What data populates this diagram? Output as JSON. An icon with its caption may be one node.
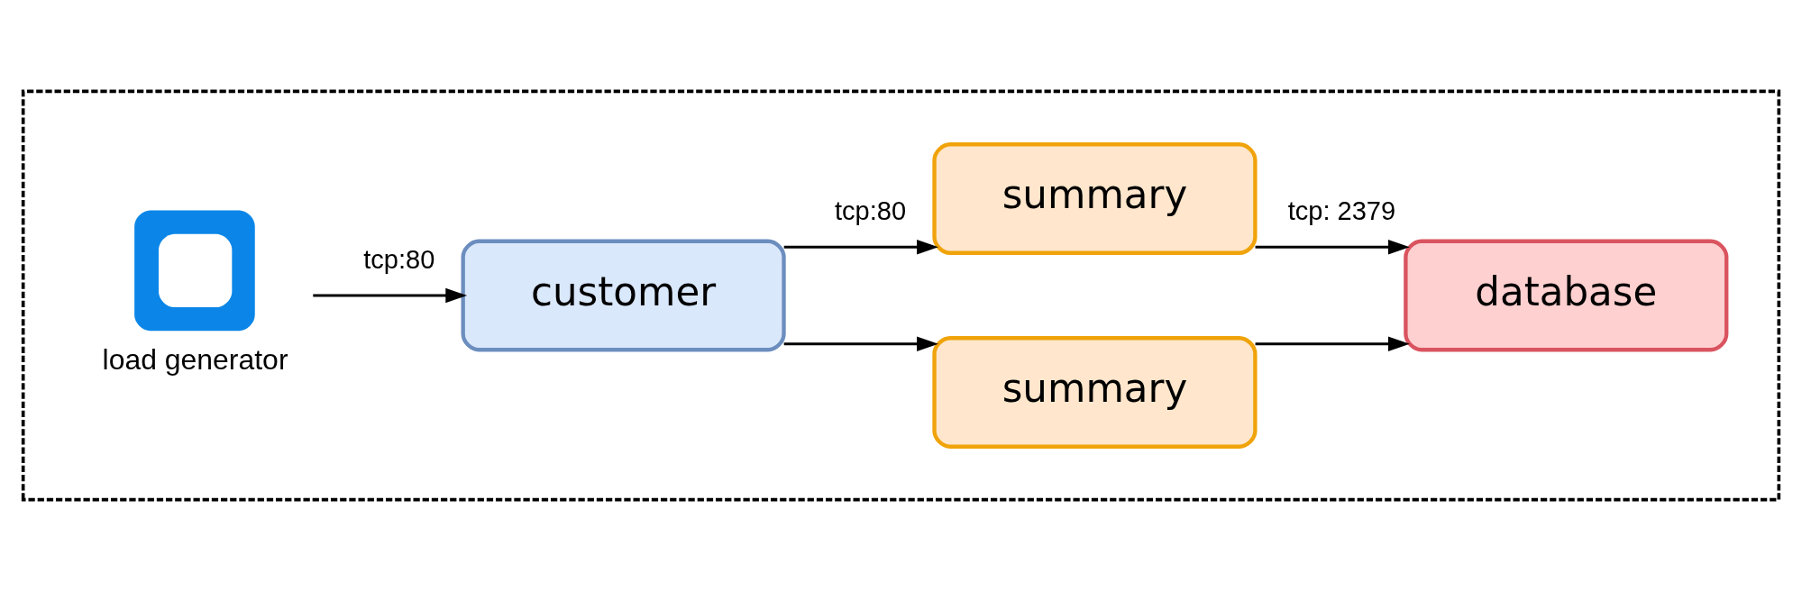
{
  "diagram": {
    "nodes": [
      {
        "text": [],
        "shape": "box"
      },
      {
        "text": [
          "load generator"
        ],
        "in": 0
      },
      {
        "text": [
          "customer"
        ],
        "in": 0
      },
      {
        "text": [
          "summary"
        ],
        "in": 0
      },
      {
        "text": [
          "summary"
        ],
        "in": 0
      },
      {
        "text": [
          "database"
        ],
        "in": 0
      }
    ],
    "edges": [
      {
        "from": 1,
        "to": 2,
        "arrow": "to",
        "label": "tcp:80"
      },
      {
        "from": 2,
        "to": 3,
        "arrow": "to",
        "label": "tcp:80"
      },
      {
        "from": 2,
        "to": 4,
        "arrow": "to"
      },
      {
        "from": 3,
        "to": 5,
        "arrow": "to",
        "label": "tcp: 2379"
      },
      {
        "from": 4,
        "to": 5,
        "arrow": "to"
      }
    ]
  }
}
